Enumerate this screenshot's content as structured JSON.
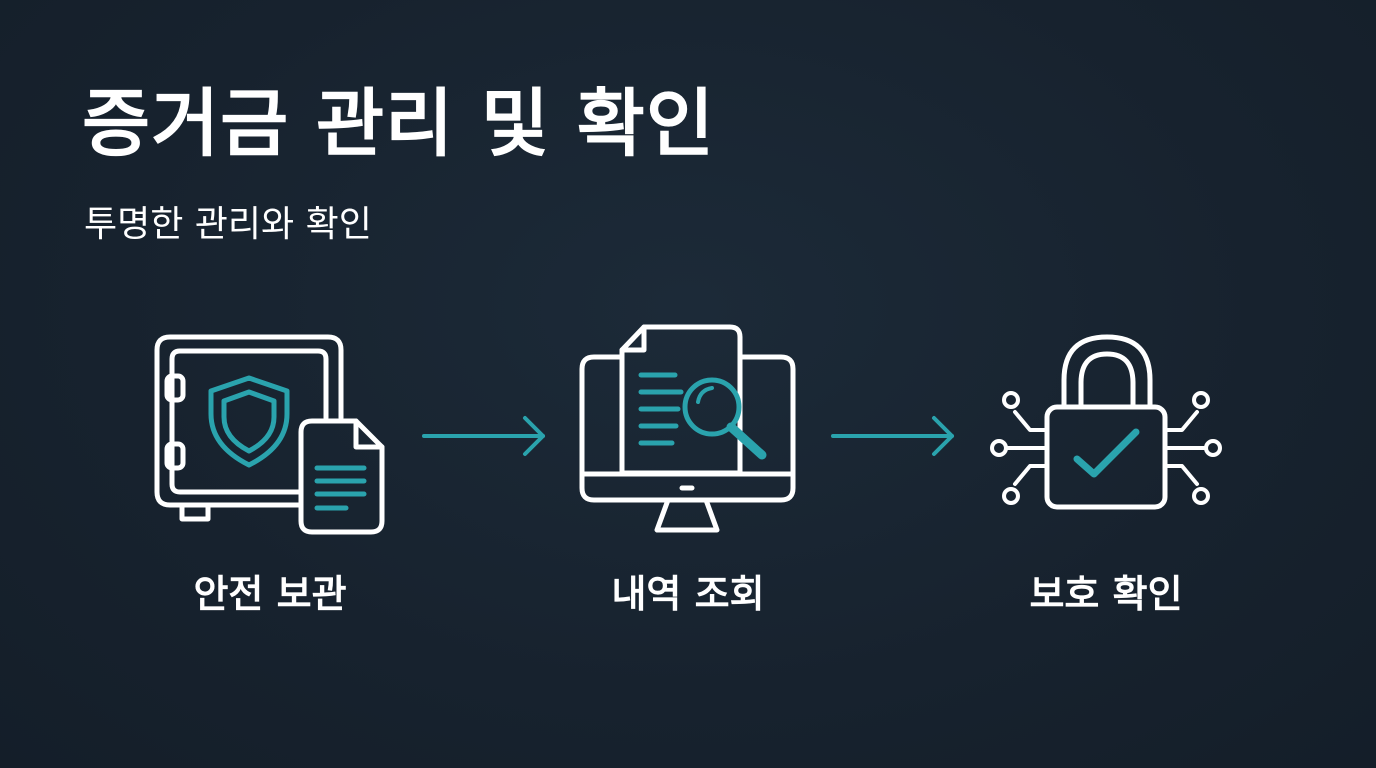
{
  "header": {
    "title": "증거금 관리 및 확인",
    "subtitle": "투명한 관리와 확인"
  },
  "colors": {
    "background": "#17222e",
    "line": "#ffffff",
    "accent": "#2aa3ad"
  },
  "steps": [
    {
      "label": "안전 보관",
      "icon": "safe-shield-document-icon"
    },
    {
      "label": "내역 조회",
      "icon": "monitor-search-document-icon"
    },
    {
      "label": "보호 확인",
      "icon": "padlock-check-circuit-icon"
    }
  ],
  "connectors": [
    {
      "icon": "arrow-right-icon"
    },
    {
      "icon": "arrow-right-icon"
    }
  ]
}
